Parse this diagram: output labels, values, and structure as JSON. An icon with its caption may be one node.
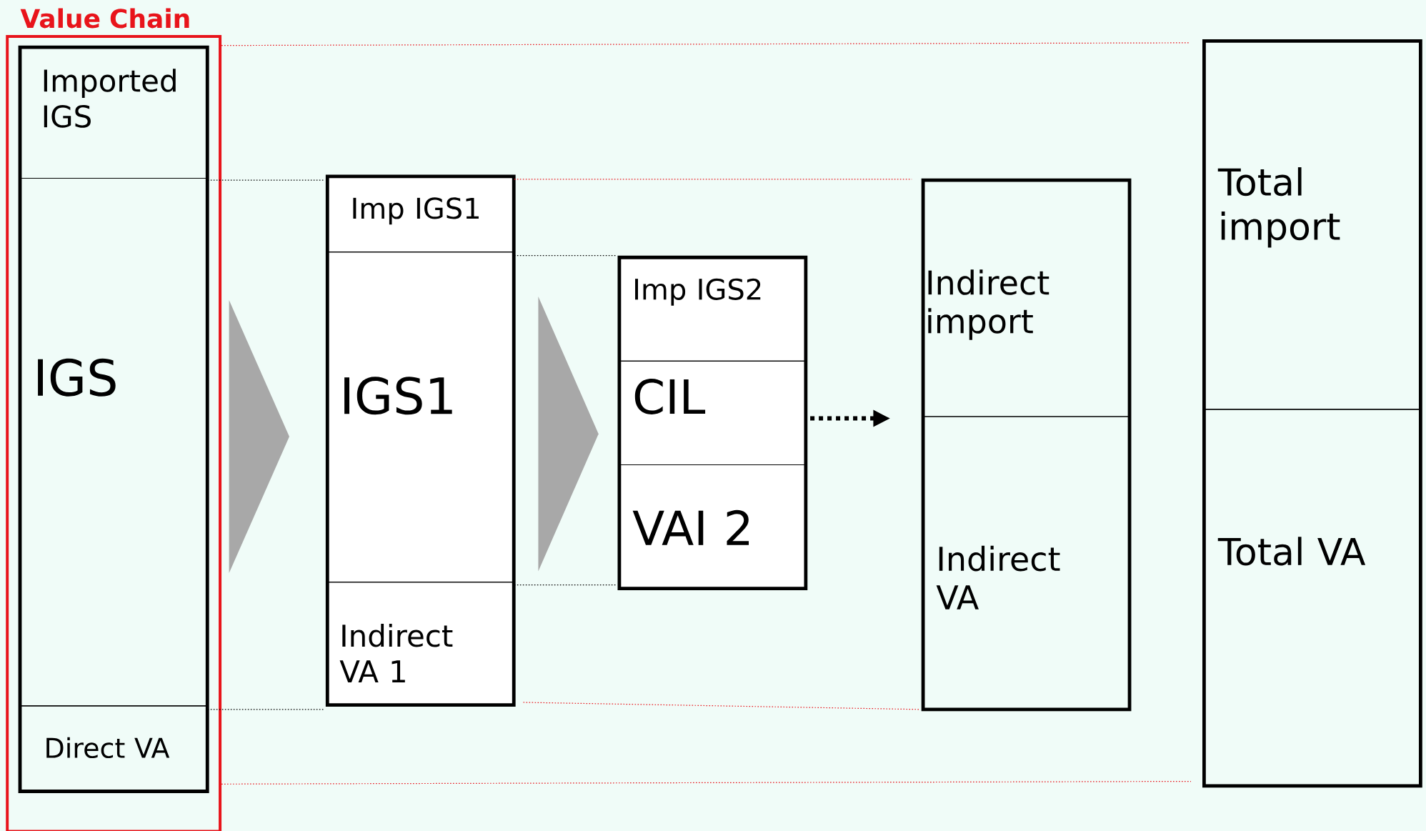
{
  "diagram": {
    "nodes": [
      {
        "text": [
          "Value Chain"
        ]
      },
      {
        "text": [],
        "shape": "box",
        "in": 0
      },
      {
        "text": [
          "Imported IGS"
        ],
        "in": 1
      },
      {
        "text": [
          "IGS"
        ],
        "in": 1
      },
      {
        "text": [
          "Direct VA"
        ],
        "in": 1
      },
      {
        "text": [],
        "shape": "box"
      },
      {
        "text": [
          "Imp IGS1"
        ],
        "in": 5
      },
      {
        "text": [
          "IGS1"
        ],
        "in": 5
      },
      {
        "text": [
          "Indirect VA 1"
        ],
        "in": 5
      },
      {
        "text": [],
        "shape": "box"
      },
      {
        "text": [
          "Imp IGS2"
        ],
        "in": 9
      },
      {
        "text": [
          "CIL"
        ],
        "in": 9
      },
      {
        "text": [
          "VAI 2"
        ],
        "in": 9
      },
      {
        "text": [],
        "shape": "box"
      },
      {
        "text": [
          "Indirect import"
        ],
        "in": 13
      },
      {
        "text": [
          "Indirect VA"
        ],
        "in": 13
      },
      {
        "text": [],
        "shape": "box"
      },
      {
        "text": [
          "Total import"
        ],
        "in": 16
      },
      {
        "text": [
          "Total VA"
        ],
        "in": 16
      }
    ],
    "edges": [
      {
        "from": 1,
        "to": 5,
        "arrow": "to"
      },
      {
        "from": 5,
        "to": 9,
        "arrow": "to"
      },
      {
        "from": 9,
        "to": 13,
        "arrow": "to",
        "style": "dashed"
      },
      {
        "from": 2,
        "to": 6,
        "arrow": "none",
        "style": "dashed"
      },
      {
        "from": 4,
        "to": 8,
        "arrow": "none",
        "style": "dashed"
      },
      {
        "from": 7,
        "to": 10,
        "arrow": "none",
        "style": "dashed"
      },
      {
        "from": 8,
        "to": 12,
        "arrow": "none",
        "style": "dashed"
      },
      {
        "from": 0,
        "to": 17,
        "arrow": "none",
        "style": "dashed",
        "color": "#e8141b"
      },
      {
        "from": 0,
        "to": 18,
        "arrow": "none",
        "style": "dashed",
        "color": "#e8141b"
      },
      {
        "from": 6,
        "to": 14,
        "arrow": "none",
        "style": "dashed",
        "color": "#e8141b"
      },
      {
        "from": 8,
        "to": 15,
        "arrow": "none",
        "style": "dashed",
        "color": "#e8141b"
      }
    ]
  }
}
